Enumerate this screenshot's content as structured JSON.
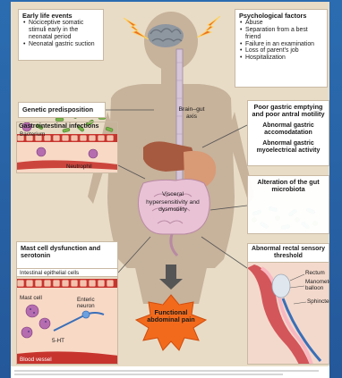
{
  "early_life": {
    "title": "Early life events",
    "items": [
      "Nociceptive somatic stimuli early in the neonatal period",
      "Neonatal gastric suction"
    ]
  },
  "psychological": {
    "title": "Psychological factors",
    "items": [
      "Abuse",
      "Separation from a best friend",
      "Failure in an examination",
      "Loss of parent's job",
      "Hospitalization"
    ]
  },
  "genetic": {
    "title": "Genetic predisposition"
  },
  "brain_gut": {
    "label": "Brain–gut axis"
  },
  "gastric": {
    "title": "Poor gastric emptying and poor antral motility",
    "items": [
      "Abnormal gastric accomodatation",
      "Abnormal gastric myoelectrical activity"
    ]
  },
  "infections": {
    "title": "Gastrointestinal infections",
    "bacterium_label": "Bacterium",
    "neutrophil_label": "Neutrophil"
  },
  "microbiota": {
    "title": "Alteration of the gut microbiota"
  },
  "visceral": {
    "label": "Visceral hypersensitivity and dysmotility"
  },
  "mast": {
    "title": "Mast cell dysfunction and serotonin",
    "epithelial_label": "Intestinal epithelial cells",
    "mast_label": "Mast cell",
    "enteric_label": "Enteric neuron",
    "ht_label": "5-HT",
    "blood_label": "Blood vessel"
  },
  "rectal": {
    "title": "Abnormal rectal sensory threshold",
    "rectum_label": "Rectum",
    "manometer_label": "Manometer balloon",
    "sphincter_label": "Sphincter"
  },
  "outcome": {
    "label": "Functional abdominal pain"
  },
  "colors": {
    "background": "#2b6cb0",
    "panel_tan": "#e8dcc6",
    "body": "#c7b29b",
    "tissue_pink": "#f3c2ad",
    "mucosa_red": "#c7342e",
    "burst_orange": "#f26b1d",
    "bolt_orange": "#e8702a"
  }
}
